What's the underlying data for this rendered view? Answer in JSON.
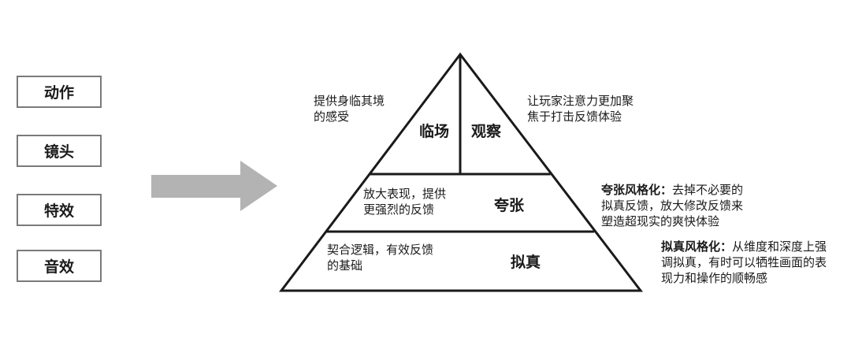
{
  "left_boxes": [
    "动作",
    "镜头",
    "特效",
    "音效"
  ],
  "pyramid": {
    "top_left": {
      "title": "临场",
      "desc": [
        "提供身临其境",
        "的感受"
      ]
    },
    "top_right": {
      "title": "观察",
      "desc": [
        "让玩家注意力更加聚",
        "焦于打击反馈体验"
      ]
    },
    "middle": {
      "title": "夸张",
      "desc": [
        "放大表现，提供",
        "更强烈的反馈"
      ]
    },
    "bottom": {
      "title": "拟真",
      "desc": [
        "契合逻辑，有效反馈",
        "的基础"
      ]
    }
  },
  "notes": {
    "middle": {
      "heading": "夸张风格化：",
      "lines": [
        "去掉不必要的",
        "拟真反馈，放大修改反馈来",
        "塑造超现实的爽快体验"
      ]
    },
    "bottom": {
      "heading": "拟真风格化：",
      "lines": [
        "从维度和深度上强",
        "调拟真，有时可以牺牲画面的表",
        "现力和操作的顺畅感"
      ]
    }
  },
  "colors": {
    "arrow": "#b3b3b3",
    "box_border": "#7a7a7a",
    "pyramid_stroke": "#1a1a1a"
  }
}
